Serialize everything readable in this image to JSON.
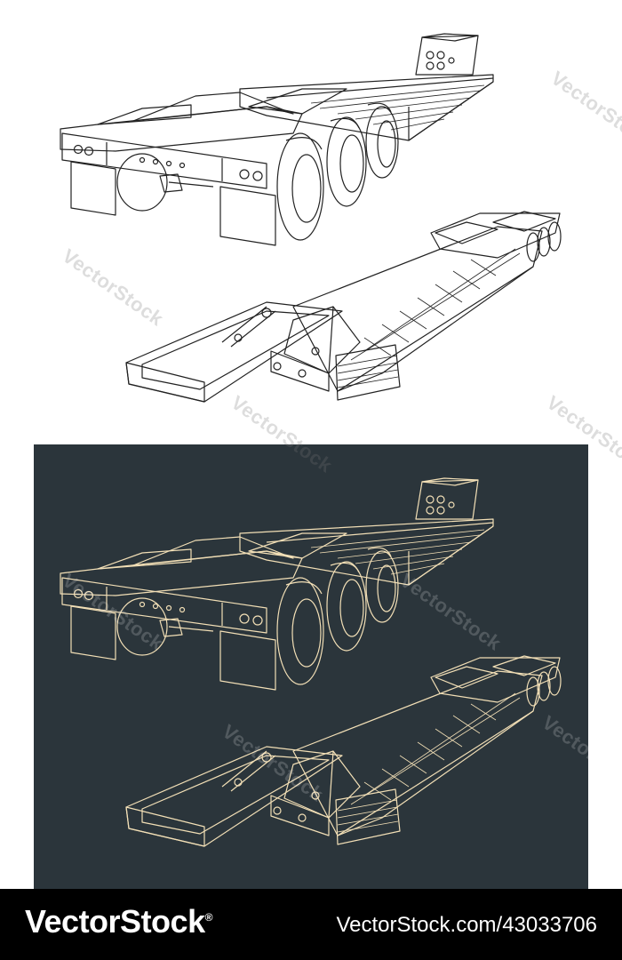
{
  "colors": {
    "light_bg": "#ffffff",
    "dark_bg": "#2b353b",
    "line_light": "#222222",
    "line_dark": "#f2dfb6",
    "footer_bg": "#000000",
    "footer_text": "#ffffff"
  },
  "watermark": {
    "text": "VectorStock"
  },
  "footer": {
    "brand": "VectorStock",
    "registered_mark": "®",
    "image_id": "VectorStock.com/43033706"
  }
}
